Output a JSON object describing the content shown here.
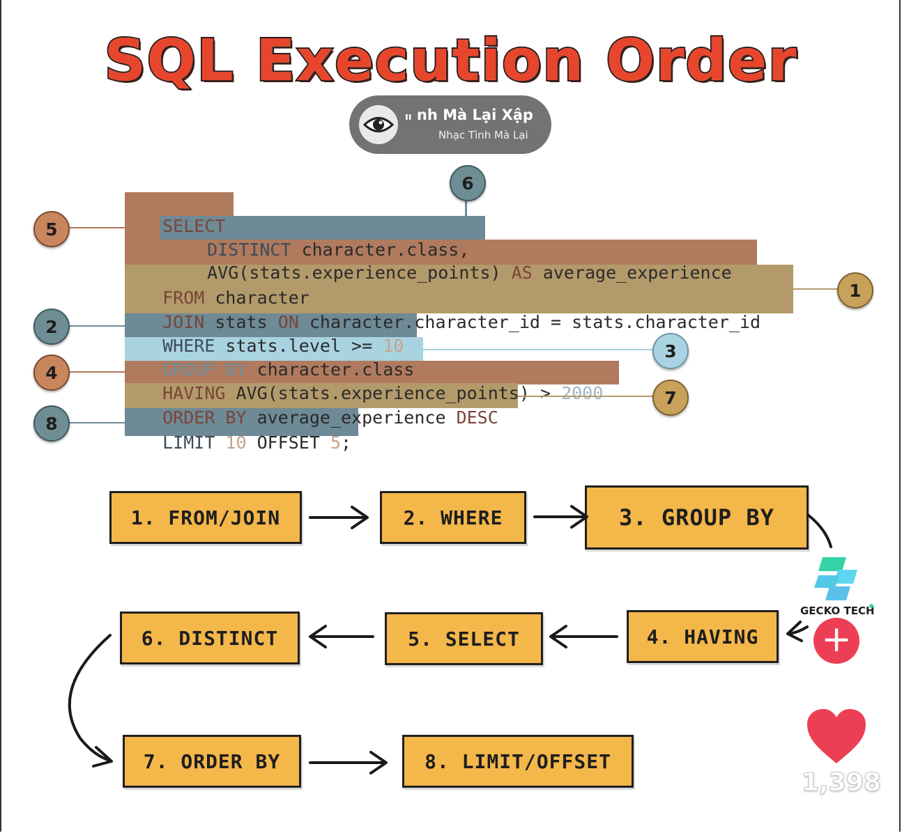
{
  "title": "SQL Execution Order",
  "music": {
    "title": "nh Mà Lại Xập",
    "artist": "Nhạc Tình Mà Lại",
    "bars_glyph": "ıı"
  },
  "sql": {
    "select_kw": "SELECT",
    "distinct_kw": "DISTINCT",
    "distinct_rest": " character.class,",
    "avg_part": "AVG(stats.experience_points) ",
    "as_kw": "AS",
    "as_rest": " average_experience",
    "from_kw": "FROM",
    "from_rest": " character",
    "join_kw": "JOIN",
    "join_mid": " stats ",
    "on_kw": "ON",
    "join_rest": " character.character_id = stats.character_id",
    "where_kw": "WHERE",
    "where_rest": " stats.level >= ",
    "where_num": "10",
    "group_kw": "GROUP BY",
    "group_rest": " character.class",
    "having_kw": "HAVING",
    "having_rest": " AVG(stats.experience_points) > ",
    "having_num": "2000",
    "order_kw": "ORDER BY",
    "order_rest": " average_experience ",
    "desc_kw": "DESC",
    "limit_kw": "LIMIT",
    "limit_num": " 10",
    "offset_kw": " OFFSET ",
    "offset_num": "5",
    "semicolon": ";"
  },
  "markers": [
    "1",
    "2",
    "3",
    "4",
    "5",
    "6",
    "7",
    "8"
  ],
  "flow": [
    "1. FROM/JOIN",
    "2. WHERE",
    "3. GROUP BY",
    "4. HAVING",
    "5. SELECT",
    "6. DISTINCT",
    "7. ORDER BY",
    "8. LIMIT/OFFSET"
  ],
  "brand": {
    "name": "GECKO TECH",
    "follow_glyph": "+"
  },
  "likes": {
    "count": "1,398",
    "icon": "heart-icon"
  },
  "colors": {
    "brown": "#b07a5e",
    "tan": "#b39a6a",
    "teal": "#6e8a96",
    "light_blue": "#a9d3e1",
    "box_fill": "#f4b74a",
    "title_red": "#e8462c",
    "like_red": "#ec3f55"
  }
}
